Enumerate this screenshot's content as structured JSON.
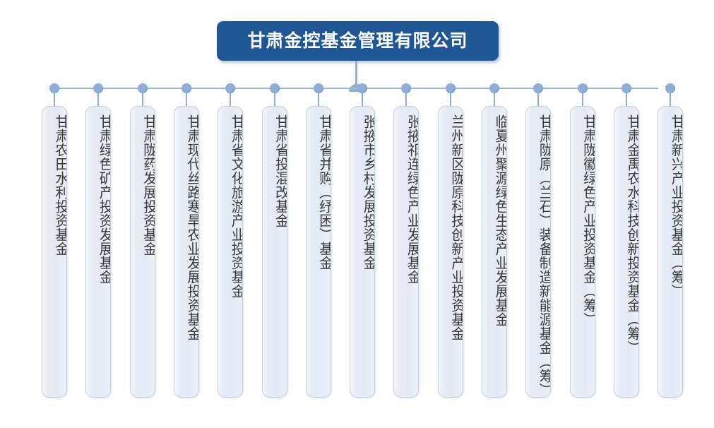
{
  "chart_data": {
    "type": "diagram",
    "diagram_type": "organization-chart",
    "title": "甘肃金控基金管理有限公司",
    "root": {
      "label": "甘肃金控基金管理有限公司",
      "color": "#1F5695",
      "text_color": "#FFFFFF"
    },
    "connector": {
      "line_color": "#9DB8D8",
      "dot_color": "#8FAEDA"
    },
    "leaf_style": {
      "border_color": "#C4CEDC",
      "fill_color": "#E7EDF6",
      "text_color": "#3A3A3A",
      "orientation": "vertical"
    },
    "children_count": 15,
    "children": [
      {
        "index": 1,
        "label": "甘肃农田水利投资基金"
      },
      {
        "index": 2,
        "label": "甘肃绿色矿产投资发展基金"
      },
      {
        "index": 3,
        "label": "甘肃陇药发展投资基金"
      },
      {
        "index": 4,
        "label": "甘肃现代丝路寒旱农业发展投资基金"
      },
      {
        "index": 5,
        "label": "甘肃省文化旅游产业投资基金"
      },
      {
        "index": 6,
        "label": "甘肃省投混改基金"
      },
      {
        "index": 7,
        "label": "甘肃省并购（纾困）基金"
      },
      {
        "index": 8,
        "label": "张掖市乡村发展投资基金"
      },
      {
        "index": 9,
        "label": "张掖祁连绿色产业发展基金"
      },
      {
        "index": 10,
        "label": "兰州新区陇原科技创新产业投资基金"
      },
      {
        "index": 11,
        "label": "临夏州聚源绿色生态产业发展基金"
      },
      {
        "index": 12,
        "label": "甘肃陇原（兰石）装备制造新能源基金（筹）"
      },
      {
        "index": 13,
        "label": "甘肃陇徽绿色产业投资基金（筹）"
      },
      {
        "index": 14,
        "label": "甘肃金禹农水科技创新投资基金（筹）"
      },
      {
        "index": 15,
        "label": "甘肃新兴产业投资基金（筹）"
      }
    ]
  }
}
